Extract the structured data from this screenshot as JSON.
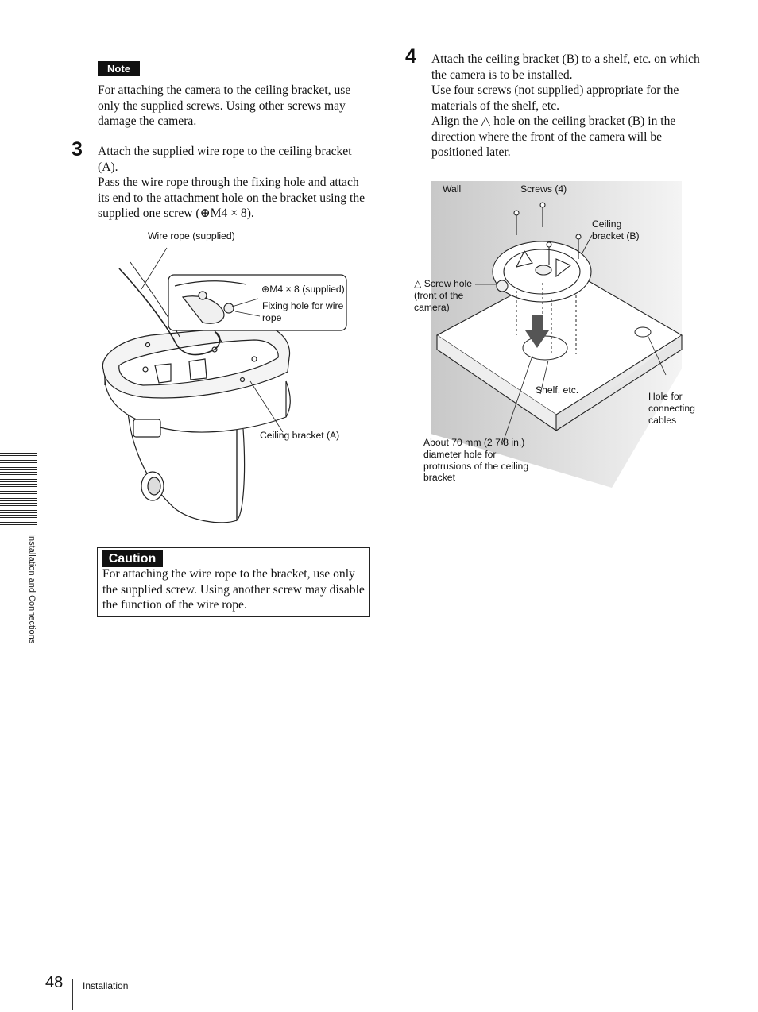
{
  "note": {
    "badge": "Note",
    "text": "For attaching the camera to the ceiling bracket, use only the supplied screws. Using other screws may damage the camera."
  },
  "step3": {
    "number": "3",
    "lines": [
      "Attach the supplied wire rope to the ceiling bracket (A).",
      "Pass the wire rope through the fixing hole and attach its end to the attachment hole on the bracket using the supplied one screw (⊕M4 × 8)."
    ]
  },
  "figure_a": {
    "wire_rope": "Wire rope (supplied)",
    "screw": "⊕M4 × 8 (supplied)",
    "fixing_hole": "Fixing hole for wire rope",
    "ceiling_bracket": "Ceiling bracket (A)"
  },
  "caution": {
    "badge": "Caution",
    "text": "For attaching the wire rope to the bracket, use only the supplied screw. Using another screw may disable the function of the wire rope."
  },
  "step4": {
    "number": "4",
    "lines": [
      "Attach the ceiling bracket (B) to a shelf, etc. on which the camera is to be installed.",
      "Use four screws (not supplied) appropriate for the materials of the shelf, etc.",
      "Align the △ hole on the ceiling bracket (B) in the direction where the front of the camera will be positioned later."
    ]
  },
  "figure_b": {
    "wall": "Wall",
    "screws": "Screws (4)",
    "ceiling_bracket": "Ceiling bracket (B)",
    "screw_hole": "△ Screw hole (front of the camera)",
    "shelf": "Shelf, etc.",
    "hole_cables": "Hole for connecting cables",
    "diameter_hole": "About 70 mm (2 7/8 in.) diameter hole for protrusions of the ceiling bracket"
  },
  "sidebar": {
    "section": "Installation and Connections"
  },
  "footer": {
    "page_number": "48",
    "section": "Installation"
  }
}
